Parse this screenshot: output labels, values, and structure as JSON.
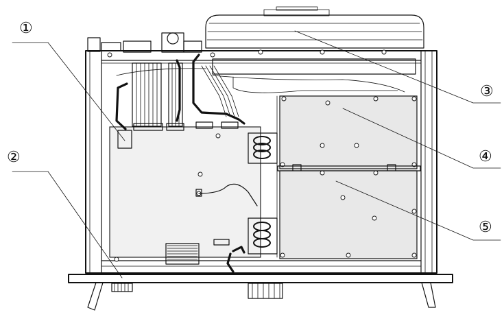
{
  "callouts": [
    {
      "id": "callout-1",
      "label": "①"
    },
    {
      "id": "callout-2",
      "label": "②"
    },
    {
      "id": "callout-3",
      "label": "③"
    },
    {
      "id": "callout-4",
      "label": "④"
    },
    {
      "id": "callout-5",
      "label": "⑤"
    }
  ]
}
